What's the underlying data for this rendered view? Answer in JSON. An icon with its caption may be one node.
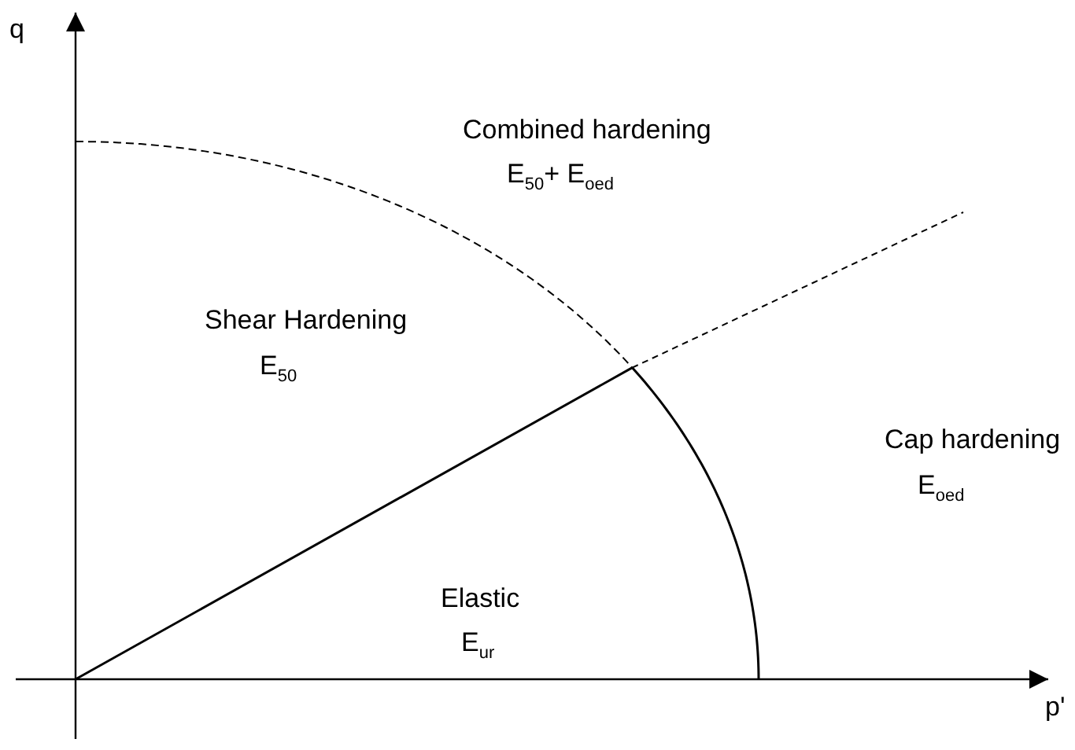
{
  "diagram": {
    "labels": [
      "q",
      "Combined hardening",
      "E$_{50}$+ E$_{oed}$",
      "Shear Hardening",
      "E$_{50}$",
      "Cap hardening",
      "E$_{oed}$",
      "Elastic",
      "E$_{ur}$",
      "p'"
    ]
  }
}
